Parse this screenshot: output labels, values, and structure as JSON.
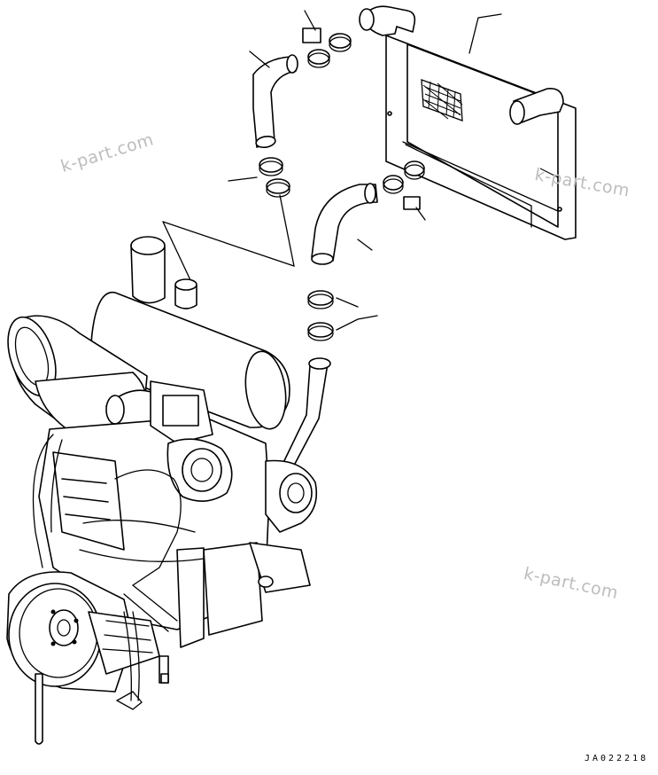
{
  "diagram": {
    "part_code": "JA022218",
    "watermarks": [
      "k-part.com",
      "k-part.com",
      "k-part.com"
    ]
  }
}
